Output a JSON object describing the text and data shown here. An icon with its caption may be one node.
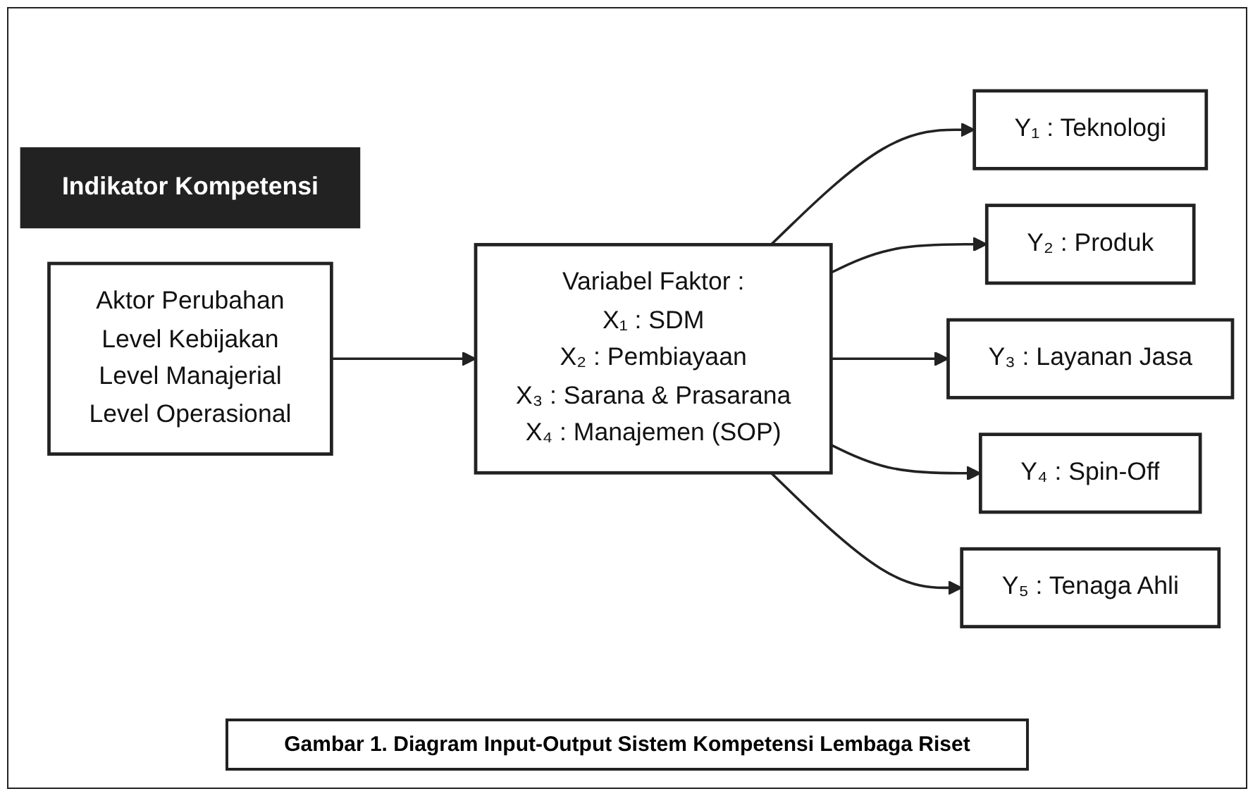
{
  "diagram": {
    "caption": "Gambar 1. Diagram Input-Output Sistem Kompetensi Lembaga Riset",
    "nodes": [
      {
        "text": [
          "Indikator Kompetensi"
        ]
      },
      {
        "text": [
          "Aktor Perubahan",
          "Level Kebijakan",
          "Level Manajerial",
          "Level Operasional"
        ]
      },
      {
        "text": [
          "Variabel Faktor :",
          "X₁ : SDM",
          "X₂ : Pembiayaan",
          "X₃ : Sarana & Prasarana",
          "X₄ : Manajemen (SOP)"
        ]
      },
      {
        "text": [
          "Y₁ : Teknologi"
        ]
      },
      {
        "text": [
          "Y₂ : Produk"
        ]
      },
      {
        "text": [
          "Y₃ : Layanan Jasa"
        ]
      },
      {
        "text": [
          "Y₄ : Spin-Off"
        ]
      },
      {
        "text": [
          "Y₅ : Tenaga Ahli"
        ]
      }
    ],
    "edges": [
      {
        "from": 1,
        "to": 2,
        "arrow": "to"
      },
      {
        "from": 2,
        "to": 3,
        "arrow": "to"
      },
      {
        "from": 2,
        "to": 4,
        "arrow": "to"
      },
      {
        "from": 2,
        "to": 5,
        "arrow": "to"
      },
      {
        "from": 2,
        "to": 6,
        "arrow": "to"
      },
      {
        "from": 2,
        "to": 7,
        "arrow": "to"
      }
    ]
  }
}
